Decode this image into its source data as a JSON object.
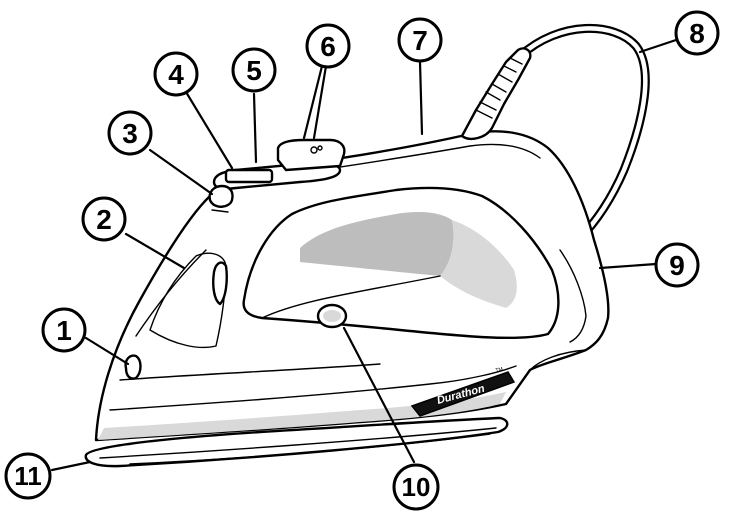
{
  "diagram": {
    "brand_logo": "Durathon",
    "brand_tm": "TM",
    "callouts": [
      "1",
      "2",
      "3",
      "4",
      "5",
      "6",
      "7",
      "8",
      "9",
      "10",
      "11"
    ]
  },
  "colors": {
    "line": "#000000",
    "background": "#ffffff",
    "shade": "#d9d9d9",
    "logo_plate": "#111111"
  }
}
